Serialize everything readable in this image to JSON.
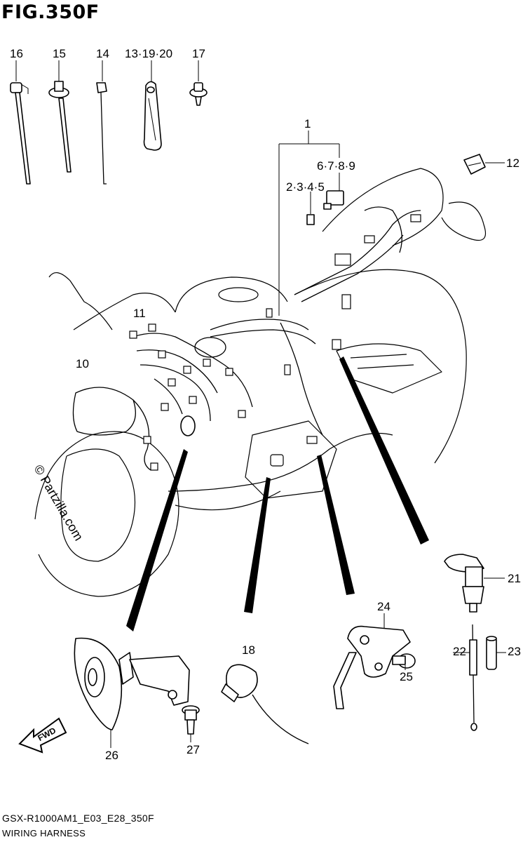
{
  "figure": {
    "title": "FIG.350F",
    "code": "GSX-R1000AM1_E03_E28_350F",
    "name": "WIRING HARNESS",
    "watermark": "© Partzilla.com",
    "direction_badge": "FWD"
  },
  "callouts": {
    "p1": "1",
    "p2_5": "2·3·4·5",
    "p6_9": "6·7·8·9",
    "p10": "10",
    "p11": "11",
    "p12": "12",
    "p13": "13·19·20",
    "p14": "14",
    "p15": "15",
    "p16": "16",
    "p17": "17",
    "p18": "18",
    "p21": "21",
    "p22": "22",
    "p23": "23",
    "p24": "24",
    "p25": "25",
    "p26": "26",
    "p27": "27"
  }
}
